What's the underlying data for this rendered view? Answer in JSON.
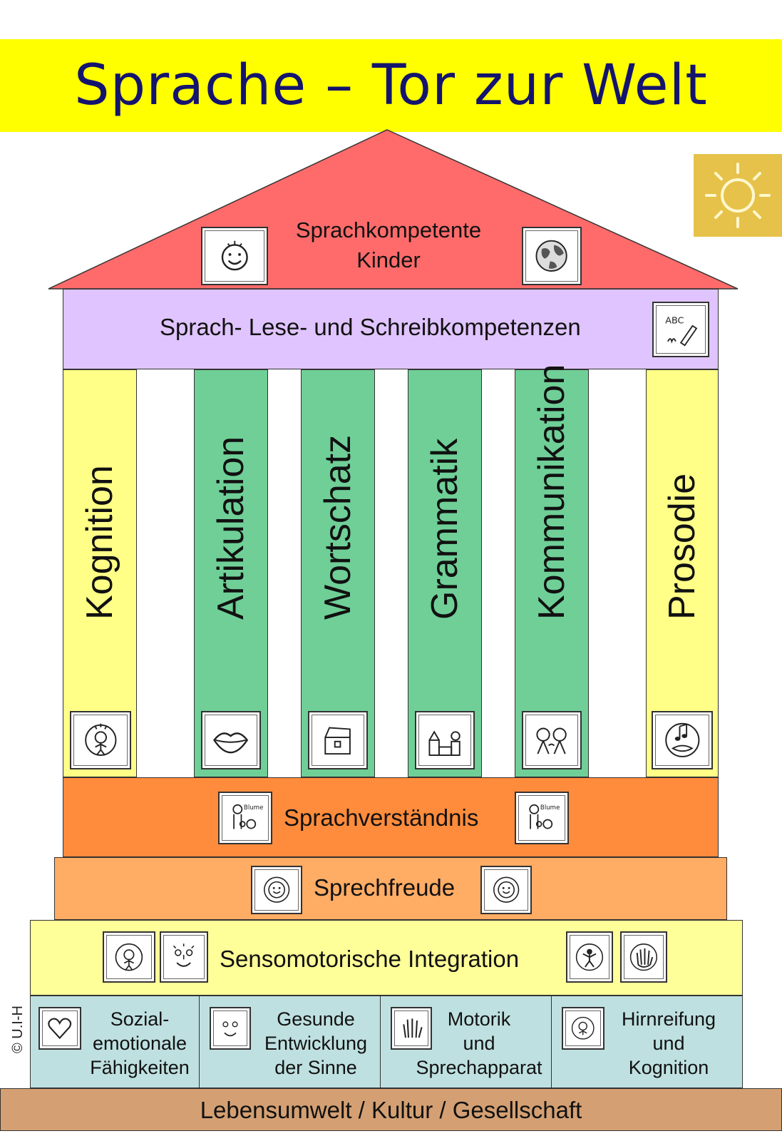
{
  "title": "Sprache – Tor zur Welt",
  "roof": {
    "label_line1": "Sprachkompetente",
    "label_line2": "Kinder",
    "icons": [
      "smiling-face-icon",
      "globe-icon"
    ]
  },
  "sun_icon": "sun-icon",
  "architrave": {
    "label": "Sprach- Lese- und Schreibkompetenzen",
    "icon": "abc-pencil-icon"
  },
  "pillars": [
    {
      "label": "Kognition",
      "icon": "thinking-child-icon",
      "color": "#ffff88"
    },
    {
      "label": "Artikulation",
      "icon": "lips-icon",
      "color": "#6fcf97"
    },
    {
      "label": "Wortschatz",
      "icon": "treasure-chest-icon",
      "color": "#6fcf97"
    },
    {
      "label": "Grammatik",
      "icon": "building-blocks-icon",
      "color": "#6fcf97"
    },
    {
      "label": "Kommunikation",
      "icon": "talking-children-icon",
      "color": "#6fcf97"
    },
    {
      "label": "Prosodie",
      "icon": "singing-mouth-icon",
      "color": "#ffff88"
    }
  ],
  "steps": {
    "sprachverstaendnis": {
      "label": "Sprachverständnis",
      "icon_text": "Blume",
      "color": "#ff8c3c"
    },
    "sprechfreude": {
      "label": "Sprechfreude",
      "color": "#ffac64"
    },
    "sensomotorik": {
      "label": "Sensomotorische Integration",
      "color": "#ffff99"
    }
  },
  "foundation": [
    {
      "line1": "Sozial-",
      "line2": "emotionale",
      "line3": "Fähigkeiten",
      "icon": "heart-icon"
    },
    {
      "line1": "Gesunde",
      "line2": "Entwicklung",
      "line3": "der Sinne",
      "icon": "sensing-face-icon"
    },
    {
      "line1": "Motorik",
      "line2": "und",
      "line3": "Sprechapparat",
      "icon": "hand-icon"
    },
    {
      "line1": "Hirnreifung",
      "line2": "und",
      "line3": "Kognition",
      "icon": "thinking-child-icon"
    }
  ],
  "ground": {
    "label": "Lebensumwelt / Kultur / Gesellschaft",
    "color": "#d4a073"
  },
  "copyright": "© U.I-H",
  "colors": {
    "title_band": "#ffff00",
    "title_text": "#14146e",
    "roof": "#ff6b6b",
    "architrave": "#e0c4ff",
    "foundation": "#bfe0e0"
  }
}
